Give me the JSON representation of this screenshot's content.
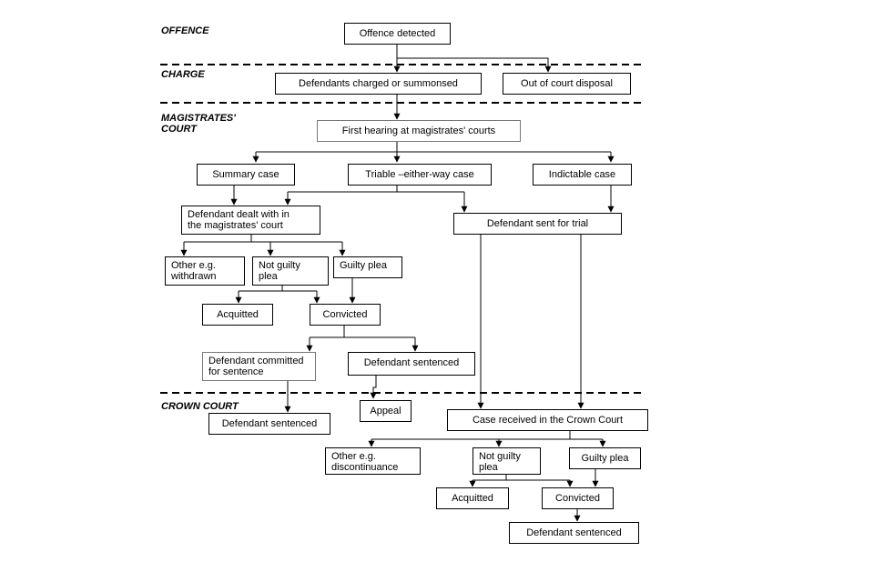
{
  "stages": {
    "offence": "OFFENCE",
    "charge": "CHARGE",
    "magistrates_line1": "MAGISTRATES'",
    "magistrates_line2": "COURT",
    "crown": "CROWN COURT"
  },
  "nodes": {
    "offence_detected": "Offence detected",
    "defendants_charged": "Defendants charged or summonsed",
    "out_of_court": "Out of court disposal",
    "first_hearing": "First hearing at magistrates' courts",
    "summary_case": "Summary case",
    "triable_either_way": "Triable –either-way case",
    "indictable_case": "Indictable case",
    "dealt_with_mags": "Defendant dealt with in\nthe magistrates' court",
    "sent_for_trial": "Defendant sent for trial",
    "mags_other": "Other e.g.\nwithdrawn",
    "mags_not_guilty": "Not guilty\nplea",
    "mags_guilty": "Guilty plea",
    "mags_acquitted": "Acquitted",
    "mags_convicted": "Convicted",
    "committed_for_sentence": "Defendant committed\nfor sentence",
    "mags_sentenced": "Defendant sentenced",
    "crown_sentenced_committal": "Defendant sentenced",
    "appeal": "Appeal",
    "case_received_crown": "Case received in the Crown Court",
    "crown_other": "Other e.g.\ndiscontinuance",
    "crown_not_guilty": "Not guilty\nplea",
    "crown_guilty": "Guilty plea",
    "crown_acquitted": "Acquitted",
    "crown_convicted": "Convicted",
    "crown_sentenced": "Defendant sentenced"
  }
}
